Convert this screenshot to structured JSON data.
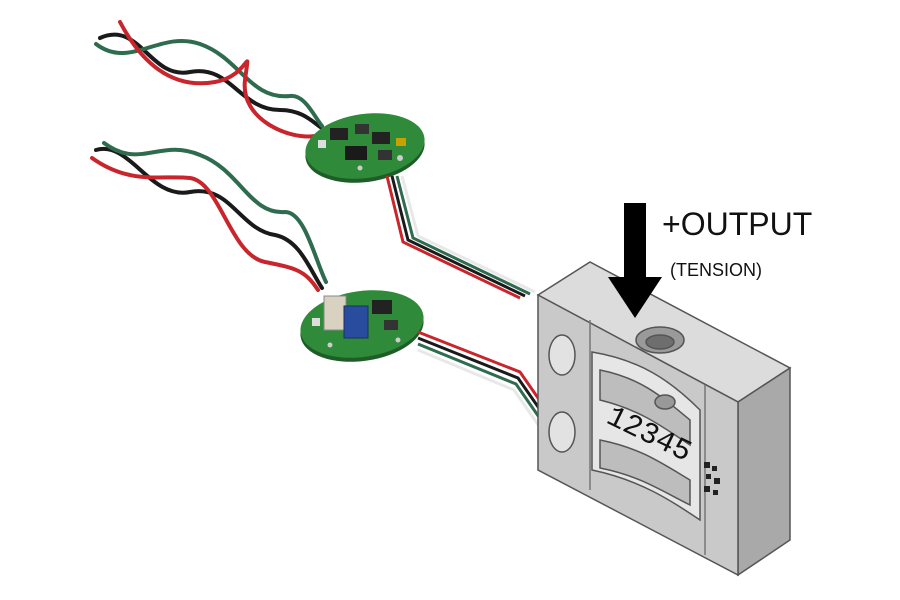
{
  "labels": {
    "output": "+OUTPUT",
    "tension": "(TENSION)",
    "serial": "12345"
  },
  "colors": {
    "wire_red": "#c8262c",
    "wire_green": "#2e6b4f",
    "wire_black": "#1a1a1a",
    "wire_white": "#e8e8e8",
    "pcb": "#2f8a3a",
    "load_cell": "#c9c9c9",
    "arrow": "#000000"
  },
  "icons": {
    "direction": "down-arrow-icon",
    "qr_mark": "qr-code-icon"
  }
}
